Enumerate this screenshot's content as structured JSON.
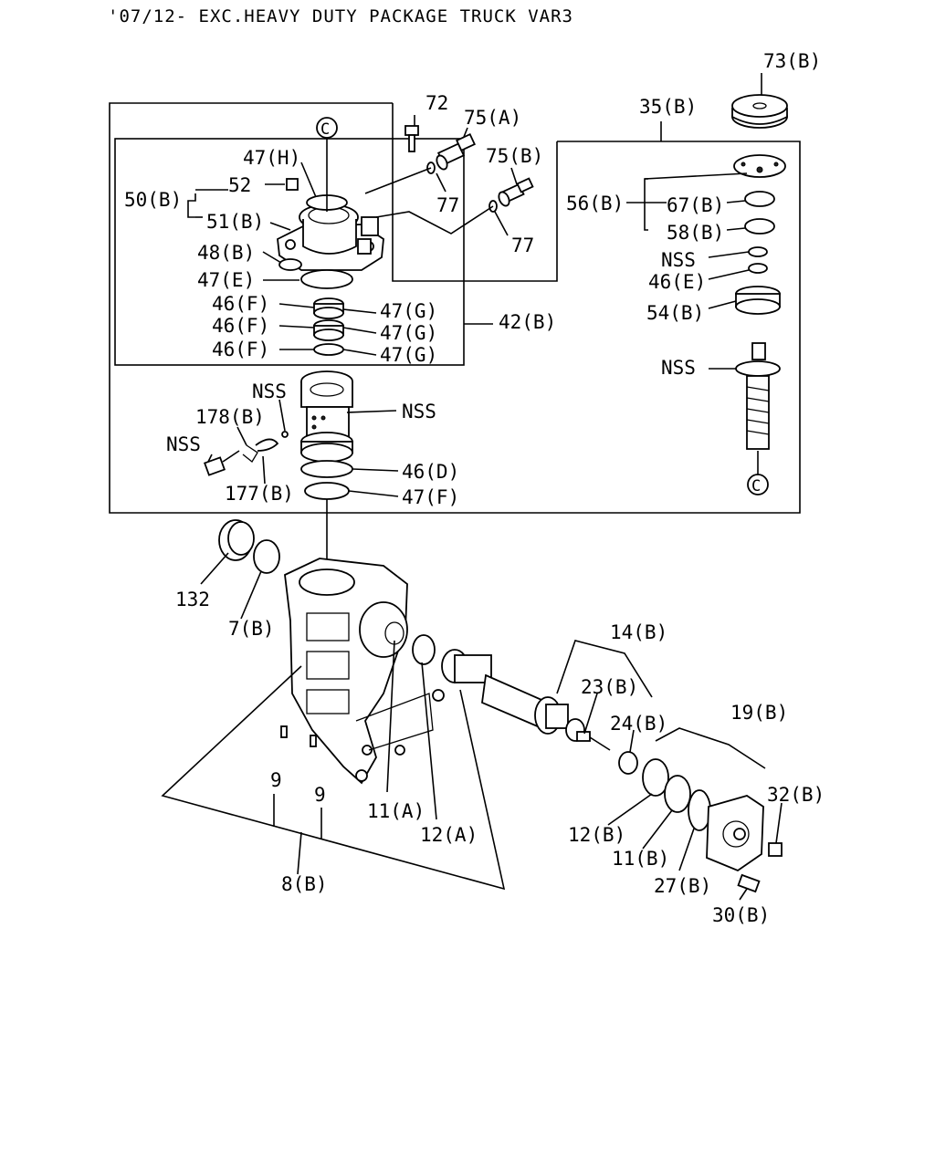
{
  "header": "'07/12- EXC.HEAVY DUTY PACKAGE TRUCK VAR3",
  "callouts": {
    "c_top": "C",
    "c_bottom": "C",
    "p72": "72",
    "p75a": "75(A)",
    "p75b": "75(B)",
    "p77a": "77",
    "p77b": "77",
    "p73b": "73(B)",
    "p35b": "35(B)",
    "p56b": "56(B)",
    "p67b": "67(B)",
    "p58b": "58(B)",
    "nss_a": "NSS",
    "p46e": "46(E)",
    "p54b": "54(B)",
    "nss_b": "NSS",
    "p47h": "47(H)",
    "p52": "52",
    "p50b": "50(B)",
    "p51b": "51(B)",
    "p48b": "48(B)",
    "p47e": "47(E)",
    "p46f1": "46(F)",
    "p46f2": "46(F)",
    "p46f3": "46(F)",
    "p47g1": "47(G)",
    "p47g2": "47(G)",
    "p47g3": "47(G)",
    "p42b": "42(B)",
    "nss_c": "NSS",
    "nss_d": "NSS",
    "p178b": "178(B)",
    "nss_e": "NSS",
    "p46d": "46(D)",
    "p177b": "177(B)",
    "p47f": "47(F)",
    "p132": "132",
    "p7b": "7(B)",
    "p14b": "14(B)",
    "p23b": "23(B)",
    "p24b": "24(B)",
    "p19b": "19(B)",
    "p9a": "9",
    "p9b": "9",
    "p11a": "11(A)",
    "p12a": "12(A)",
    "p12b": "12(B)",
    "p11b": "11(B)",
    "p32b": "32(B)",
    "p27b": "27(B)",
    "p30b": "30(B)",
    "p8b": "8(B)"
  }
}
